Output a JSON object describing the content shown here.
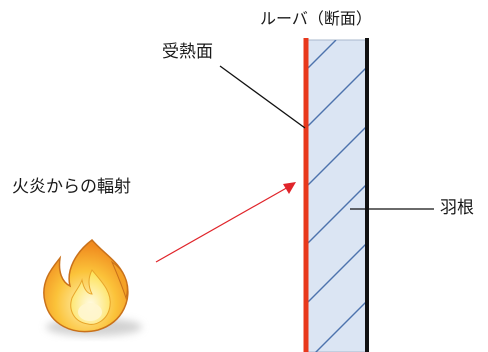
{
  "labels": {
    "louver": "ルーバ（断面）",
    "heated_surface": "受熱面",
    "flame_radiation": "火炎からの輻射",
    "blade": "羽根"
  },
  "colors": {
    "heated_surface": "#e8381c",
    "louver_fill": "#dbe5f3",
    "louver_outline": "#a9b8cc",
    "hatch": "#4d73ad",
    "back_plate": "#111111",
    "arrow": "#e0242a",
    "flame_outer": "#f4a125",
    "flame_inner": "#fde25a",
    "flame_core": "#fff6cf",
    "flame_edge": "#c9711a"
  },
  "icons": {
    "flame": "flame-icon"
  }
}
